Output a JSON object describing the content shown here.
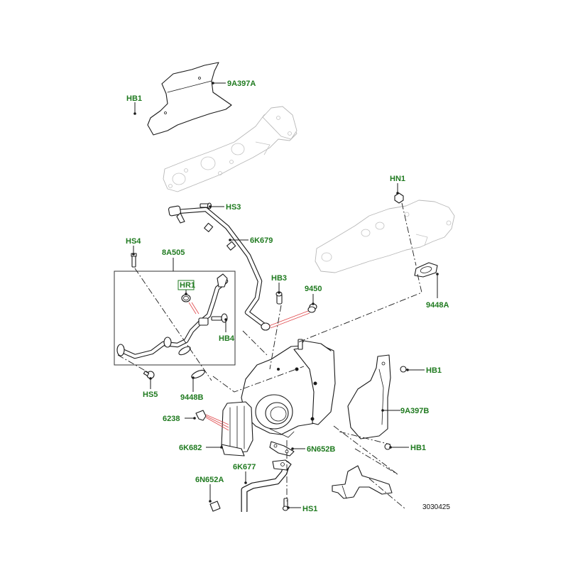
{
  "diagram": {
    "type": "exploded-parts-view",
    "subject": "Turbocharger and exhaust manifold assembly",
    "reference_number": "3030425",
    "label_color": "#1f7a1f",
    "highlight_line_color": "#e0484b",
    "callouts": {
      "heat_shield_upper": "9A397A",
      "bolt_upper_shield": "HB1",
      "stud_hs3": "HS3",
      "oil_feed_pipe": "6K679",
      "stud_hs4": "HS4",
      "pipe_kit": "8A505",
      "o_ring_hr1": "HR1",
      "bolt_hb4": "HB4",
      "bolt_hb3": "HB3",
      "washer_9450": "9450",
      "nut_hn1": "HN1",
      "gasket_9448a": "9448A",
      "stud_hs5": "HS5",
      "gasket_9448b": "9448B",
      "bolt_hb1_right_upper": "HB1",
      "heat_shield_lower": "9A397B",
      "clip_6238": "6238",
      "actuator_6k682": "6K682",
      "bolt_hb1_right_lower": "HB1",
      "gasket_6n652b": "6N652B",
      "oil_return_pipe": "6K677",
      "gasket_6n652a": "6N652A",
      "stud_hs1": "HS1"
    }
  }
}
